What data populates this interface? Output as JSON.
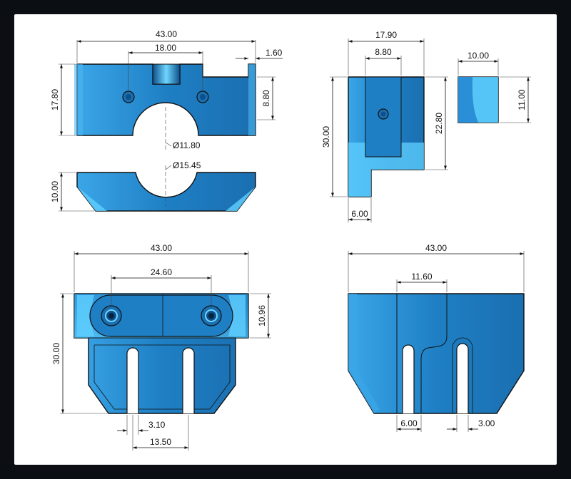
{
  "colors": {
    "part_fill": "#1f7fc4",
    "part_light": "#4fb8ee",
    "part_highlight": "#5fd0ff",
    "outline": "#111111",
    "frame": "#0b0f14",
    "sheet": "#ffffff"
  },
  "top_left_view": {
    "overall_width": "43.00",
    "slot_spacing": "18.00",
    "right_step": "1.60",
    "height": "17.80",
    "step_height": "8.80",
    "bore_diameter": "Ø11.80"
  },
  "clamp_view": {
    "bore_diameter": "Ø15.45",
    "height": "10.00"
  },
  "side_view": {
    "overall_width": "17.90",
    "inner_width": "8.80",
    "height": "30.00",
    "upper_height": "22.80",
    "foot_width": "6.00"
  },
  "small_view": {
    "width": "10.00",
    "height": "11.00"
  },
  "front_view": {
    "overall_width": "43.00",
    "hole_spacing": "24.60",
    "top_height": "10.96",
    "height": "30.00",
    "slot_width": "3.10",
    "slot_spacing": "13.50"
  },
  "back_view": {
    "overall_width": "43.00",
    "center_width": "11.60",
    "left_slot": "6.00",
    "right_slot": "3.00"
  }
}
